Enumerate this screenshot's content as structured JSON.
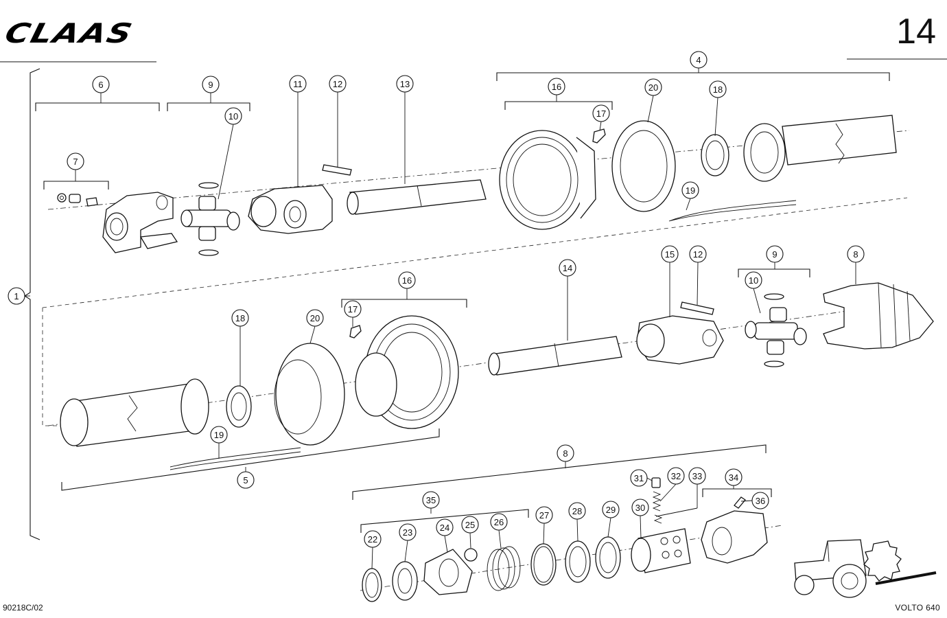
{
  "header": {
    "brand": "CLAAS",
    "page_number": "14"
  },
  "footer": {
    "doc_code": "90218C/02",
    "model": "VOLTO 640"
  },
  "callouts": [
    "1",
    "4",
    "5",
    "6",
    "7",
    "8",
    "9",
    "10",
    "11",
    "12",
    "13",
    "14",
    "15",
    "16",
    "17",
    "18",
    "19",
    "20",
    "22",
    "23",
    "24",
    "25",
    "26",
    "27",
    "28",
    "29",
    "30",
    "31",
    "32",
    "33",
    "34",
    "35",
    "36"
  ]
}
